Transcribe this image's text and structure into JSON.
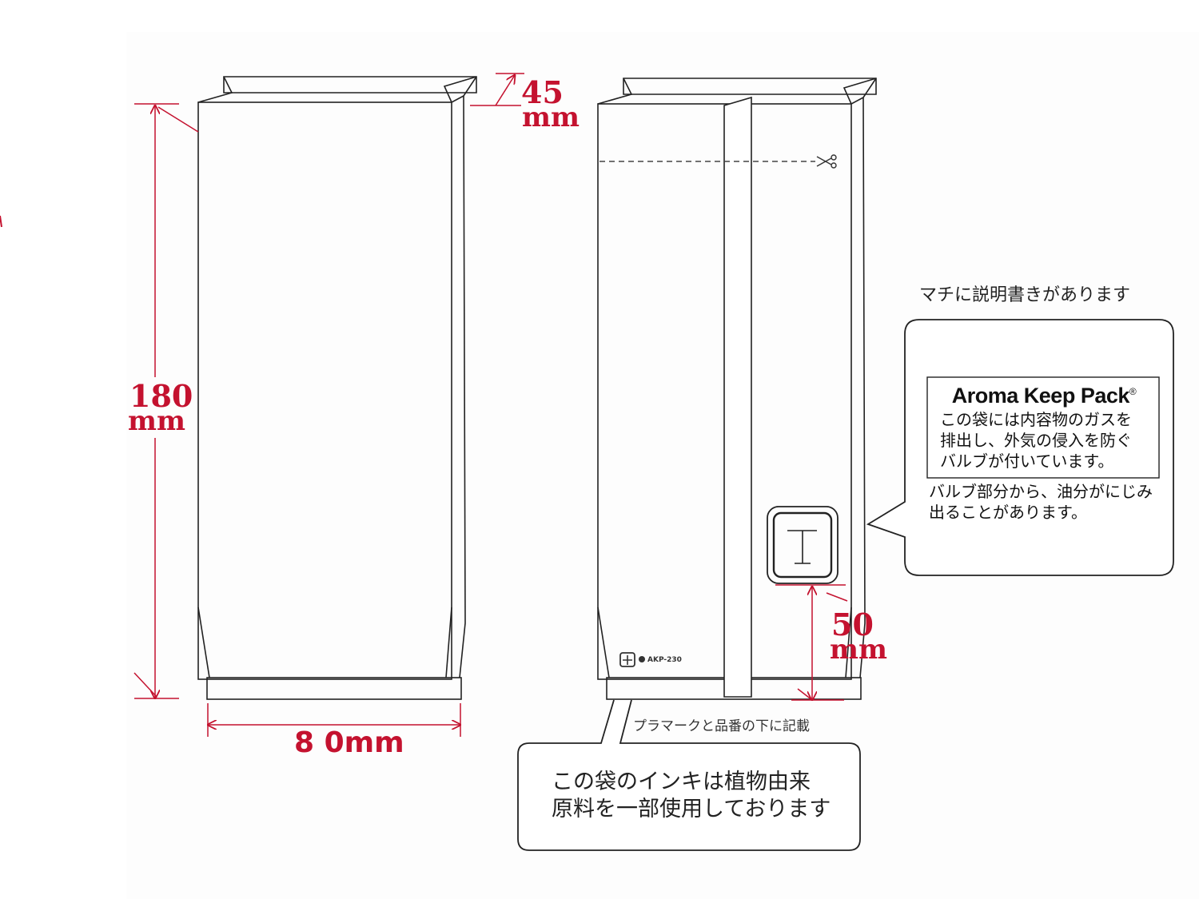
{
  "dimensions": {
    "gusset_value": "45",
    "gusset_unit": "mm",
    "height_value": "180",
    "height_unit": "mm",
    "width_label": "8 0mm",
    "valve_position_value": "50",
    "valve_position_unit": "mm"
  },
  "gusset_note": "マチに説明書きがあります",
  "aroma_keep_pack": {
    "title": "Aroma Keep Pack",
    "registered_mark": "®",
    "description_lines": [
      "この袋には内容物のガスを",
      "排出し、外気の侵入を防ぐ",
      "バルブが付いています。"
    ]
  },
  "valve_note_lines": [
    "バルブ部分から、油分がにじみ",
    "出ることがあります。"
  ],
  "pla_note": "プラマークと品番の下に記載",
  "ink_note_lines": [
    "この袋のインキは植物由来",
    "原料を一部使用しております"
  ],
  "product_code": "AKP-230",
  "icons": {
    "recycle_mark": "pla-recycle-mark-icon",
    "scissors": "scissors-icon",
    "valve": "degassing-valve-icon"
  },
  "colors": {
    "dimension_text": "#c4122f",
    "outline": "#222222"
  }
}
